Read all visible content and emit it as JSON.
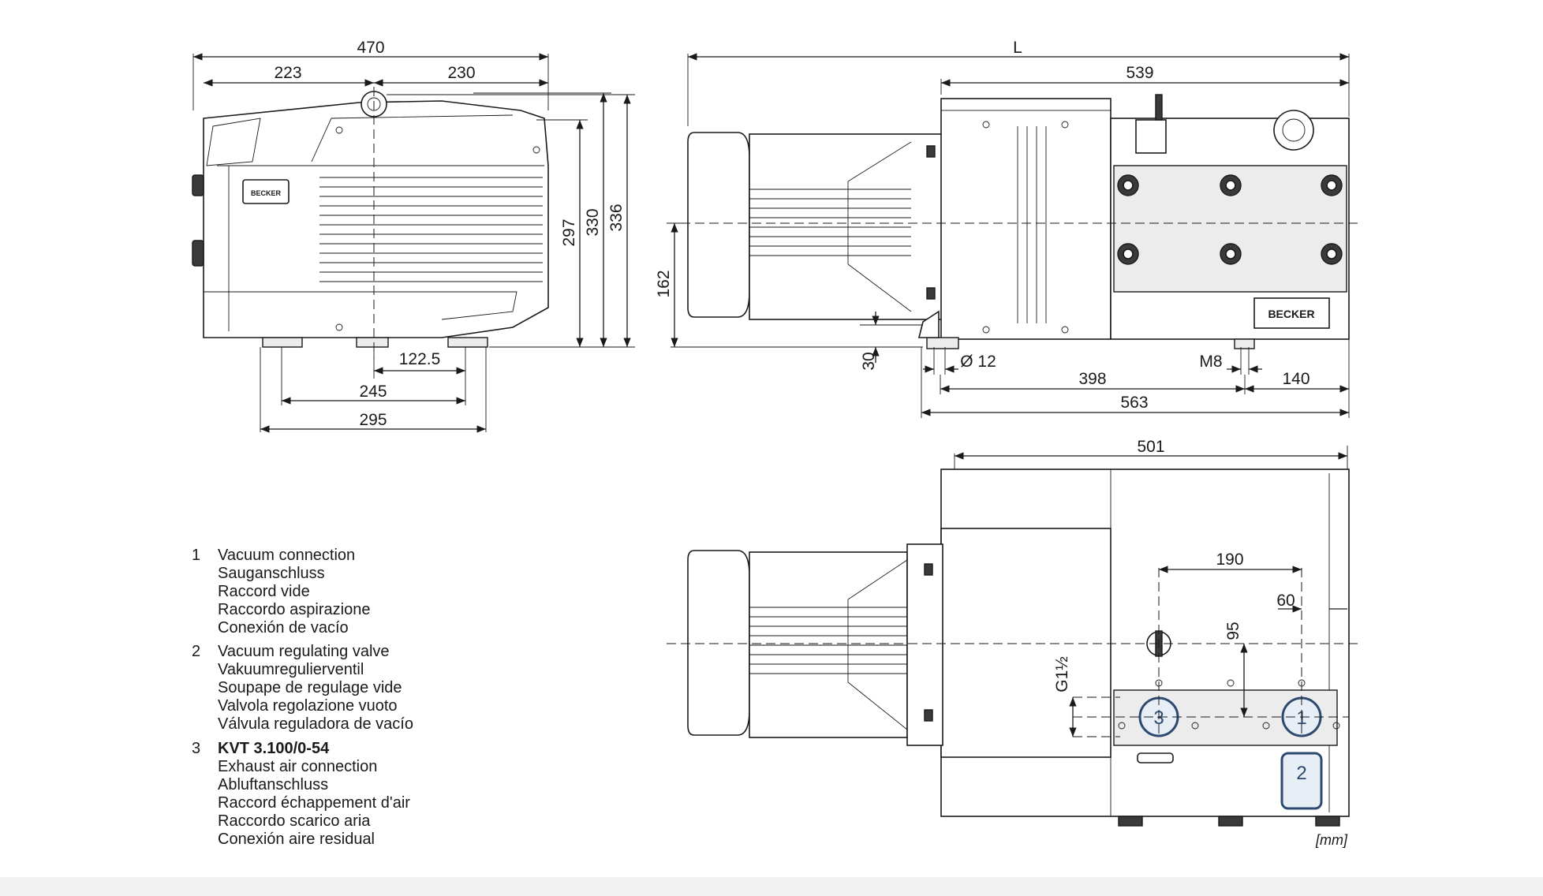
{
  "dimensions": {
    "front_width": "470",
    "front_left": "223",
    "front_right": "230",
    "h297": "297",
    "h330": "330",
    "h336": "336",
    "d122": "122.5",
    "d245": "245",
    "d295": "295",
    "side_L": "L",
    "side_539": "539",
    "side_162": "162",
    "side_30": "30",
    "side_d12": "Ø 12",
    "side_m8": "M8",
    "side_398": "398",
    "side_140": "140",
    "side_563": "563",
    "top_501": "501",
    "top_190": "190",
    "top_60": "60",
    "top_95": "95",
    "top_g": "G1½"
  },
  "brand": "BECKER",
  "markers": [
    "1",
    "2",
    "3"
  ],
  "legend": [
    {
      "num": "1",
      "lines": [
        "Vacuum connection",
        "Sauganschluss",
        "Raccord vide",
        "Raccordo aspirazione",
        "Conexión de vacío"
      ]
    },
    {
      "num": "2",
      "lines": [
        "Vacuum regulating valve",
        "Vakuumregulierventil",
        "Soupape de regulage vide",
        "Valvola regolazione vuoto",
        "Válvula reguladora de vacío"
      ]
    },
    {
      "num": "3",
      "title": "KVT 3.100/0-54",
      "lines": [
        "Exhaust air connection",
        "Abluftanschluss",
        "Raccord échappement d'air",
        "Raccordo scarico aria",
        "Conexión aire residual"
      ]
    }
  ],
  "unit": "[mm]"
}
